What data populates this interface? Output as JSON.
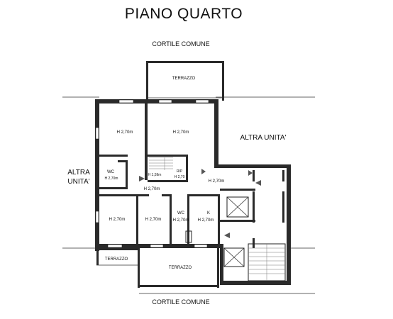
{
  "title": "PIANO QUARTO",
  "courtyard_top": "CORTILE COMUNE",
  "courtyard_bottom": "CORTILE COMUNE",
  "terrace_top": "TERRAZZO",
  "terrace_bottom": "TERRAZZO",
  "terrace_left": "TERRAZZO",
  "other_unit_right": "ALTRA UNITA'",
  "other_unit_left_line1": "ALTRA",
  "other_unit_left_line2": "UNITA'",
  "rooms": {
    "room_nw": {
      "height": "H 2,70m"
    },
    "room_n": {
      "height": "H 2,70m"
    },
    "wc1": {
      "name": "WC",
      "height": "H 2,70m"
    },
    "stair_label": {
      "height": "H 1,59m"
    },
    "rip": {
      "name": "RIP",
      "height": "H 2,70"
    },
    "corridor": {
      "height": "H 2,70m"
    },
    "landing": {
      "height": "H 2,70m"
    },
    "room_sw": {
      "height": "H 2,70m"
    },
    "room_s": {
      "height": "H 2,70m"
    },
    "wc2": {
      "name": "WC",
      "height": "H 2,70m"
    },
    "kitchen": {
      "name": "K",
      "height": "H 2,70m"
    }
  },
  "colors": {
    "wall": "#2a2a2a",
    "line": "#333333",
    "hatch": "#777777"
  }
}
